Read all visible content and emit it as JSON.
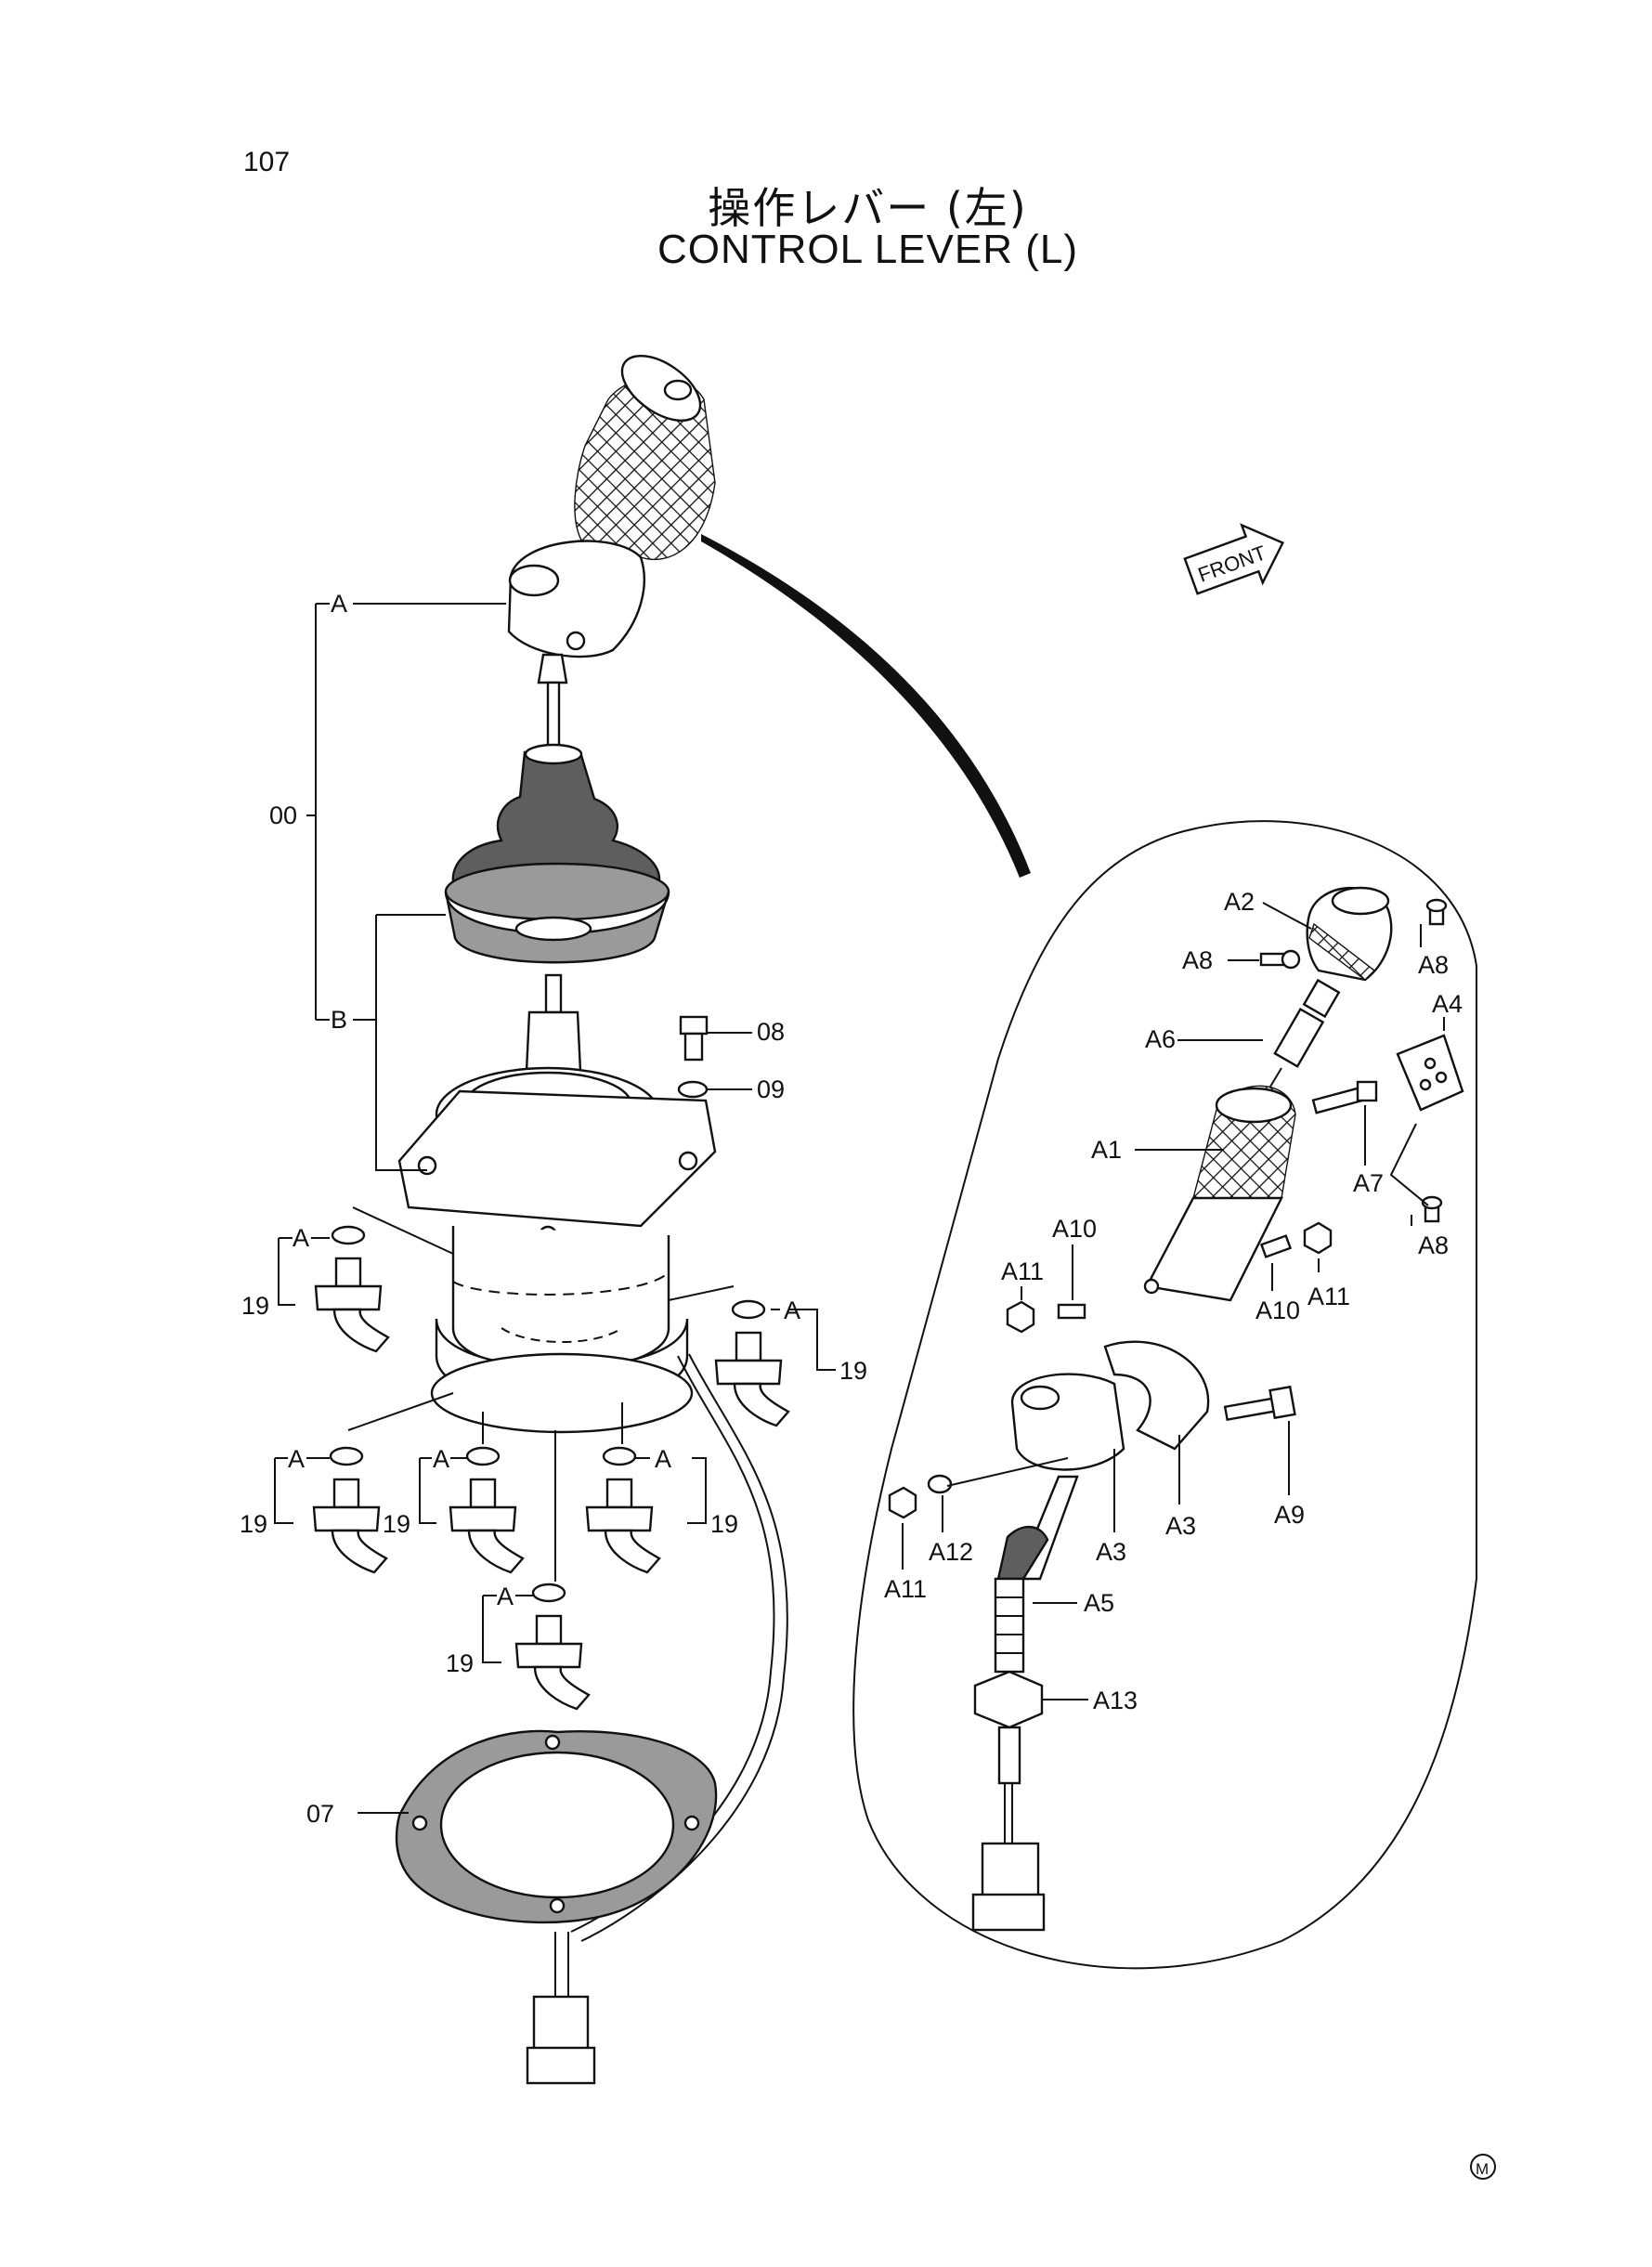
{
  "page_number": "107",
  "title": {
    "japanese": "操作レバー (左)",
    "english": "CONTROL LEVER (L)"
  },
  "front_marker": "FRONT",
  "corner_mark": "M",
  "callouts": {
    "assy": "00",
    "group_a": "A",
    "group_b": "B",
    "gasket": "07",
    "bolt": "08",
    "washer": "09",
    "joint": "19",
    "a1": "A1",
    "a2": "A2",
    "a3": "A3",
    "a4": "A4",
    "a5": "A5",
    "a6": "A6",
    "a7": "A7",
    "a8": "A8",
    "a9": "A9",
    "a10": "A10",
    "a11": "A11",
    "a12": "A12",
    "a13": "A13"
  }
}
